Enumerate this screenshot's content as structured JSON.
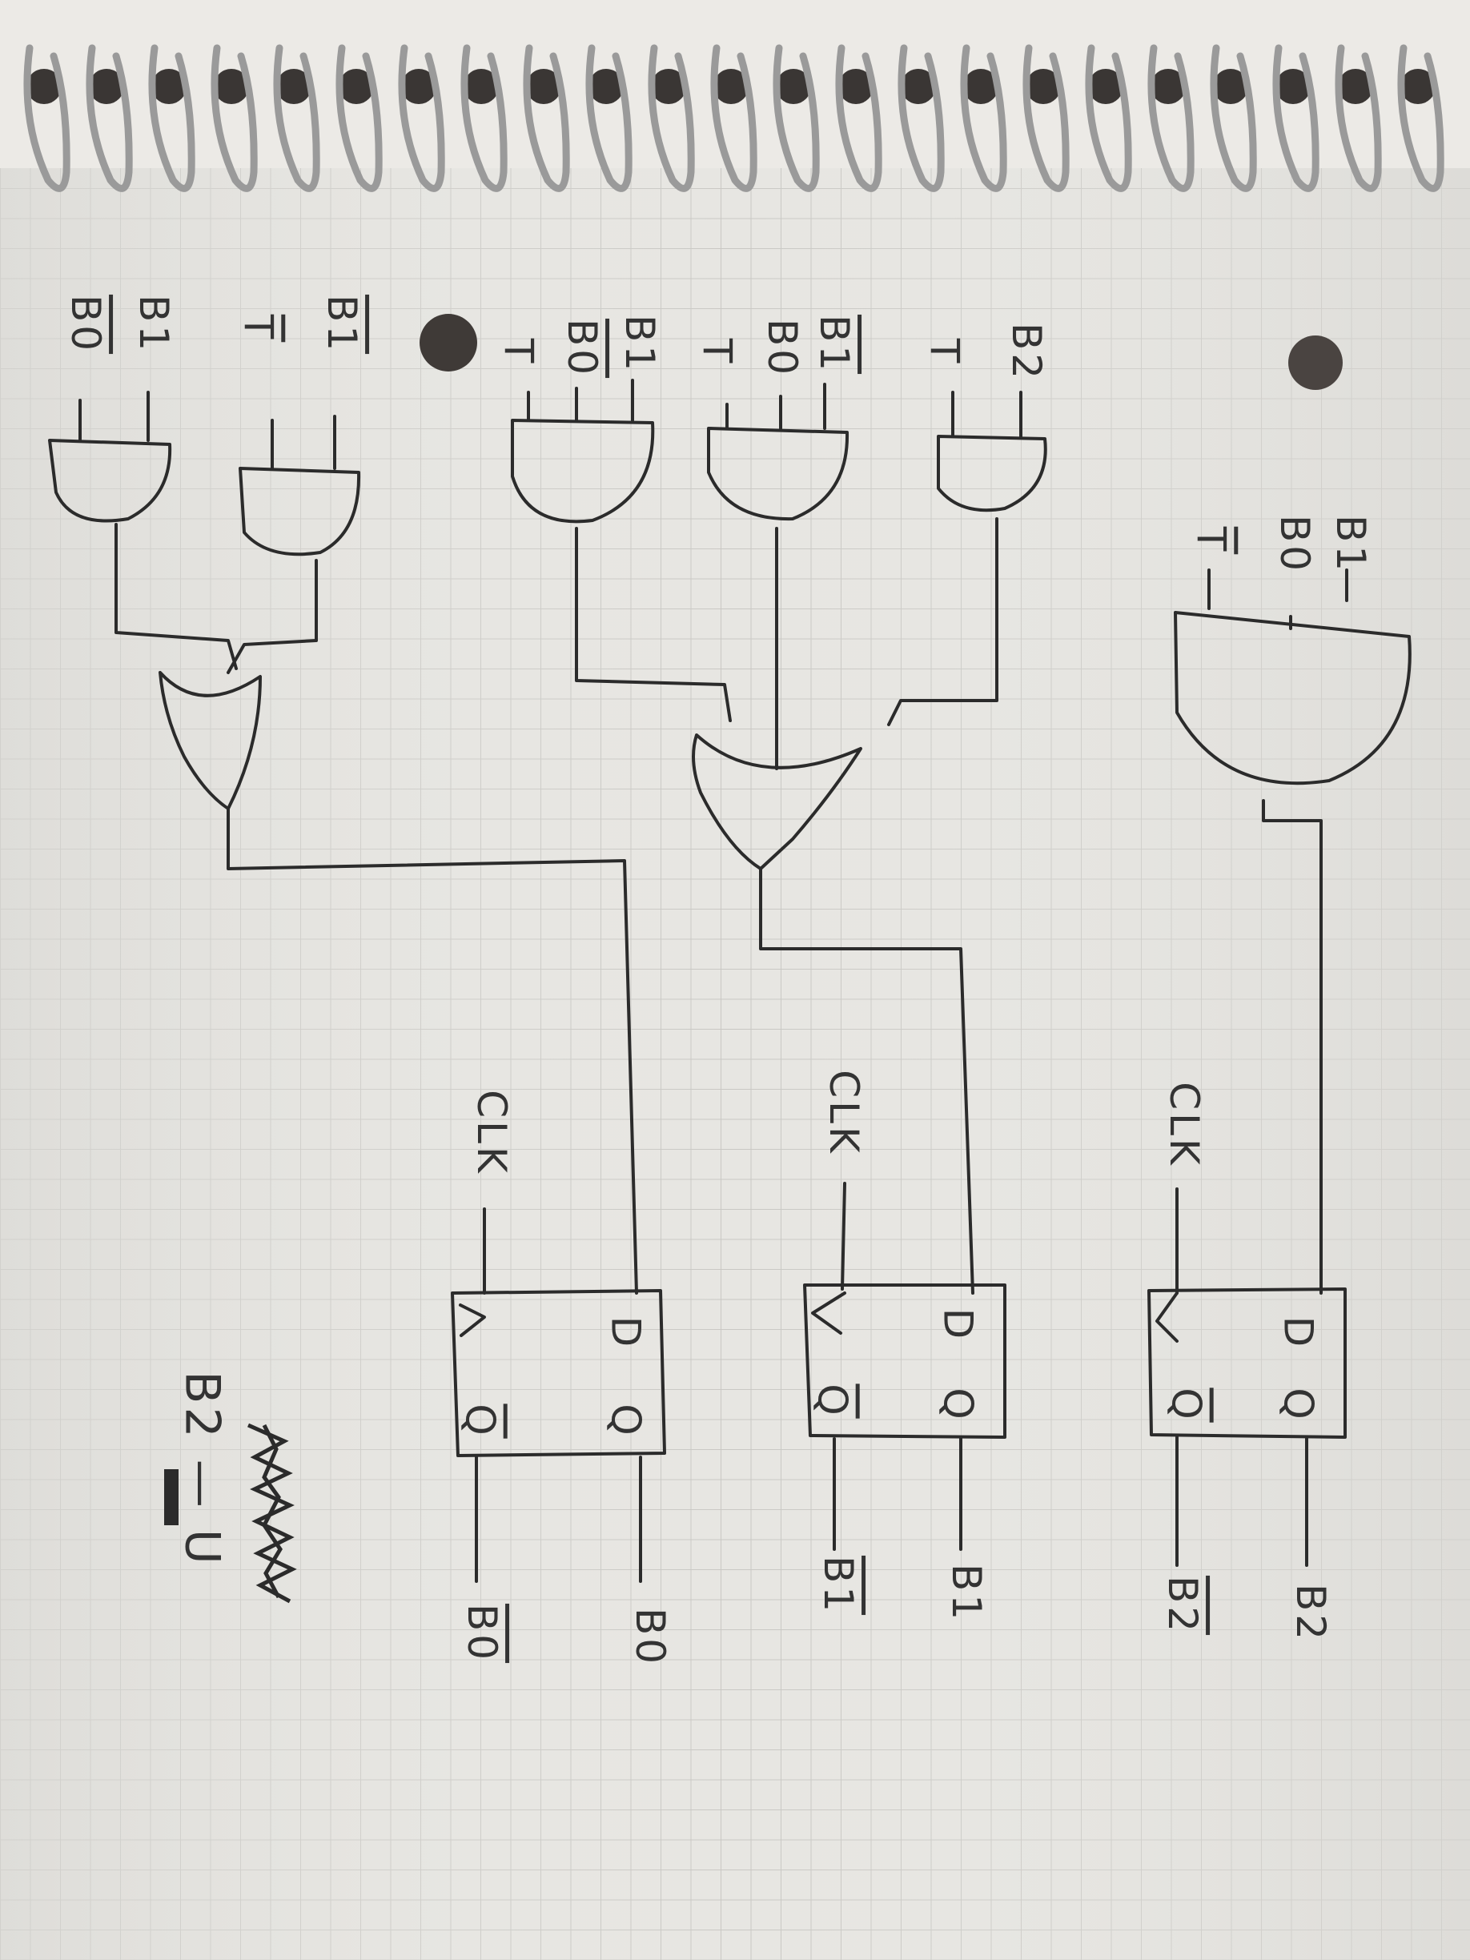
{
  "diagram": {
    "ff_b2": {
      "inputs": [
        "B1",
        "B0",
        "T"
      ],
      "inputs_inverted": [
        false,
        false,
        true
      ],
      "clock_label": "CLK",
      "pins": {
        "d": "D",
        "q": "Q",
        "q_bar": "Q"
      },
      "outputs": {
        "q": "B2",
        "q_bar": "B2"
      }
    },
    "ff_b1": {
      "and_gates": [
        {
          "inputs": [
            "B2",
            "T"
          ],
          "inverted": [
            false,
            false
          ]
        },
        {
          "inputs": [
            "B1",
            "B0",
            "T"
          ],
          "inverted": [
            true,
            false,
            false
          ]
        },
        {
          "inputs": [
            "B1",
            "B0",
            "T"
          ],
          "inverted": [
            false,
            true,
            false
          ]
        }
      ],
      "clock_label": "CLK",
      "pins": {
        "d": "D",
        "q": "Q",
        "q_bar": "Q"
      },
      "outputs": {
        "q": "B1",
        "q_bar": "B1"
      }
    },
    "ff_b0": {
      "and_gates": [
        {
          "inputs": [
            "B1",
            "T"
          ],
          "inverted": [
            true,
            false
          ]
        },
        {
          "inputs": [
            "B1",
            "B0"
          ],
          "inverted": [
            false,
            true
          ]
        }
      ],
      "clock_label": "CLK",
      "pins": {
        "d": "D",
        "q": "Q",
        "q_bar": "Q"
      },
      "outputs": {
        "q": "B0",
        "q_bar": "B0"
      }
    },
    "note": "B2 — U"
  },
  "colors": {
    "paper": "#e6e5e1",
    "grid": "#c7c6c2",
    "ink": "#2b2b2b",
    "binding": "#9a9a9a",
    "hole": "#3a3634"
  }
}
